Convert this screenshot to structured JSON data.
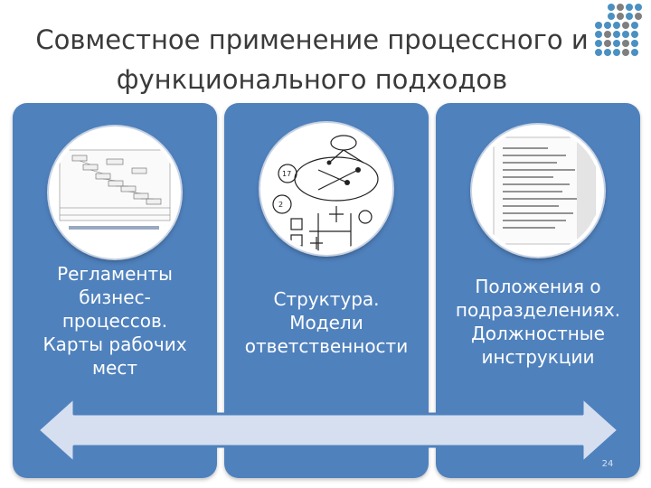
{
  "slide": {
    "title": "Совместное применение процессного и функционального подходов",
    "page_number": "24"
  },
  "panels": [
    {
      "text_lines": [
        "Регламенты",
        "бизнес-",
        "процессов.",
        "Карты рабочих",
        "мест"
      ]
    },
    {
      "text_lines": [
        "Структура.",
        "Модели",
        "ответственности"
      ]
    },
    {
      "text_lines": [
        "Положения о",
        "подразделениях.",
        "Должностные",
        "инструкции"
      ]
    }
  ],
  "colors": {
    "panel": "#4f81bd",
    "arrow_fill": "#d5dff0",
    "arrow_stroke": "#4f81bd",
    "title": "#3a3a3a"
  },
  "decorations": {
    "image_1": "process-map-thumbnail",
    "image_2": "structure-diagram-thumbnail",
    "image_3": "document-text-thumbnail"
  }
}
